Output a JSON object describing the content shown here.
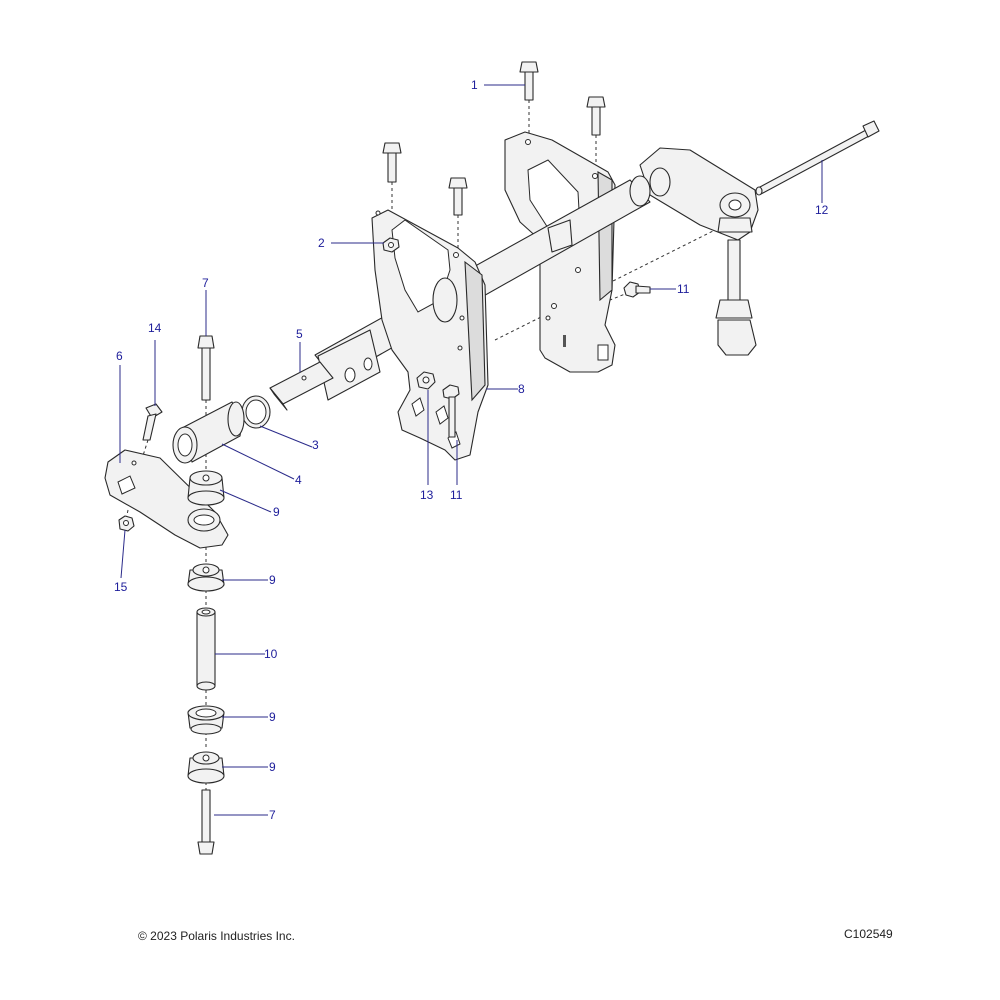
{
  "callouts": {
    "c1": "1",
    "c2": "2",
    "c3": "3",
    "c4": "4",
    "c5": "5",
    "c6": "6",
    "c7a": "7",
    "c7b": "7",
    "c8": "8",
    "c9a": "9",
    "c9b": "9",
    "c9c": "9",
    "c9d": "9",
    "c10": "10",
    "c11a": "11",
    "c11b": "11",
    "c12": "12",
    "c13": "13",
    "c14": "14",
    "c15": "15"
  },
  "footer": {
    "copyright": "© 2023 Polaris Industries Inc.",
    "figure_id": "C102549"
  },
  "colors": {
    "callout": "#1d1d9a",
    "line": "#2a2a2a",
    "part_fill": "#f2f2f2"
  }
}
